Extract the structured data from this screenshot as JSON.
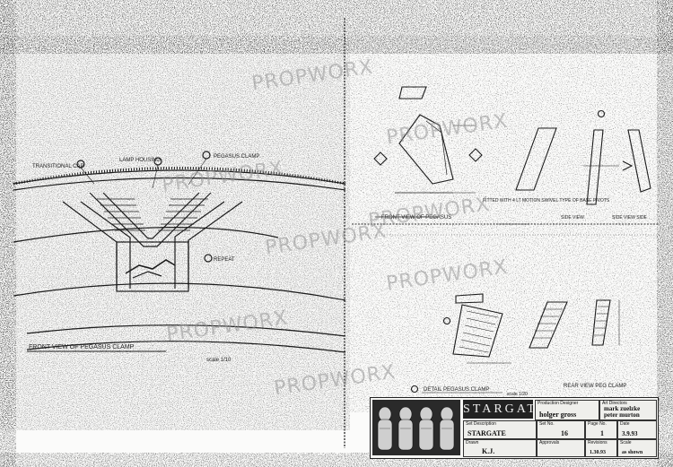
{
  "watermark": "PROPWORX",
  "drawing": {
    "front_view_title": "FRONT VIEW OF PEGASUS CLAMP",
    "front_view_scale": "scale 1/10",
    "note_transitional_cap": "TRANSITIONAL CAP",
    "note_lamp_housing": "LAMP HOUSING",
    "note_pegasus_clamp": "PEGASUS CLAMP",
    "note_repeat": "REPEAT",
    "detail_title_top": "FRONT VIEW OF PEGASUS",
    "detail_note": "FITTED WITH 4 LT MOTION SWIVEL TYPE OF BASE PIVOTS",
    "side_view_label_a": "SIDE VIEW",
    "side_view_label_b": "SIDE VIEW SIDE",
    "detail_title_bottom": "DETAIL PEGASUS CLAMP",
    "rear_view_label": "REAR VIEW PEG CLAMP",
    "scale_small": "scale 1/20"
  },
  "title_block": {
    "logo": "STARGATE",
    "production_designer_label": "Production Designer",
    "production_designer": "holger gross",
    "art_directors_label": "Art Directors",
    "art_director_1": "mark zuelzke",
    "art_director_2": "peter murton",
    "set_description_label": "Set Description",
    "set_description": "STARGATE",
    "set_no_label": "Set No.",
    "set_no": "16",
    "page_no_label": "Page No.",
    "page_no": "1",
    "date_label": "Date",
    "date": "3.9.93",
    "drawn_label": "Drawn",
    "drawn": "K.J.",
    "approvals_label": "Approvals",
    "approvals": "",
    "revisions_label": "Revisions",
    "revisions": "1.30.93",
    "scale_label": "Scale",
    "scale": "as shown"
  }
}
